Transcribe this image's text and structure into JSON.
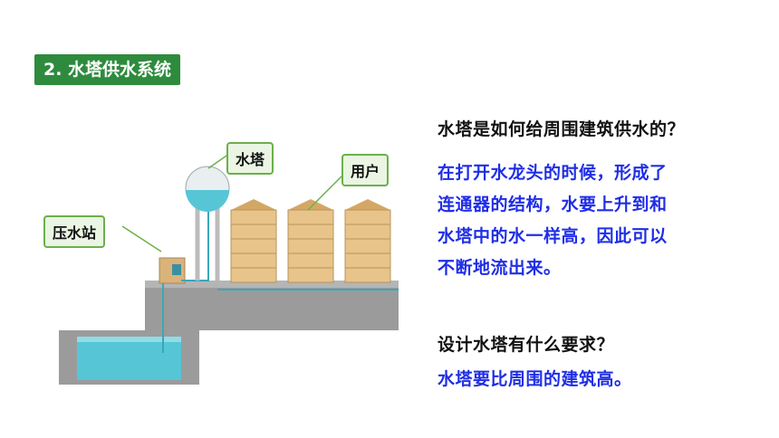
{
  "slide": {
    "section_title": "2. 水塔供水系统",
    "labels": {
      "tower": "水塔",
      "users": "用户",
      "pump_station": "压水站"
    },
    "question1": "水塔是如何给周围建筑供水的？",
    "answer1_lines": [
      "在打开水龙头的时候，形成了",
      "连通器的结构，水要上升到和",
      "水塔中的水一样高，因此可以",
      "不断地流出来。"
    ],
    "question2": "设计水塔有什么要求？",
    "answer2": "水塔要比周围的建筑高。",
    "colors": {
      "badge": "#2e8b3e",
      "answer_text": "#1f2ee6",
      "callout_border": "#6bb04a",
      "building": "#e8c48a",
      "water": "#56c6d6",
      "ground": "#9a9a9a"
    }
  }
}
